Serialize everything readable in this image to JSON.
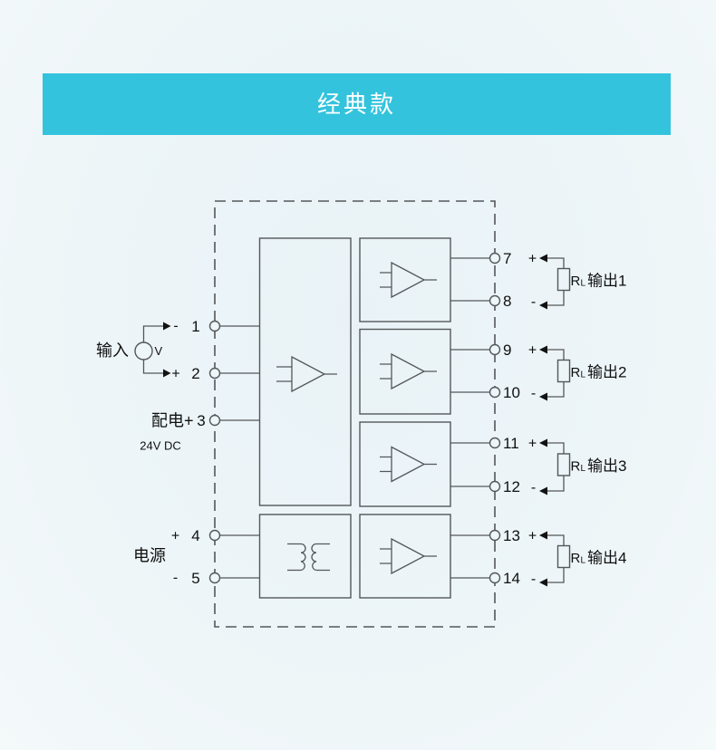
{
  "banner": {
    "title": "经典款"
  },
  "palette": {
    "banner_bg": "#33c3dd",
    "banner_text": "#ffffff",
    "line_color": "#54575a",
    "text_color": "#101010",
    "page_bg": "#edf5f8"
  },
  "diagram": {
    "input": {
      "label": "输入",
      "source": "V"
    },
    "terminals_left": [
      {
        "sign": "-",
        "num": "1"
      },
      {
        "sign": "+",
        "num": "2"
      },
      {
        "num": "3"
      },
      {
        "sign": "+",
        "num": "4"
      },
      {
        "sign": "-",
        "num": "5"
      }
    ],
    "distribution": {
      "label": "配电+",
      "voltage": "24V DC"
    },
    "power": {
      "label": "电源"
    },
    "outputs": [
      {
        "plus_sign": "+",
        "plus_num": "7",
        "minus_sign": "-",
        "minus_num": "8",
        "resistor": "R",
        "resistor_sub": "L",
        "label": "输出1"
      },
      {
        "plus_sign": "+",
        "plus_num": "9",
        "minus_sign": "-",
        "minus_num": "10",
        "resistor": "R",
        "resistor_sub": "L",
        "label": "输出2"
      },
      {
        "plus_sign": "+",
        "plus_num": "11",
        "minus_sign": "-",
        "minus_num": "12",
        "resistor": "R",
        "resistor_sub": "L",
        "label": "输出3"
      },
      {
        "plus_sign": "+",
        "plus_num": "13",
        "minus_sign": "-",
        "minus_num": "14",
        "resistor": "R",
        "resistor_sub": "L",
        "label": "输出4"
      }
    ]
  }
}
